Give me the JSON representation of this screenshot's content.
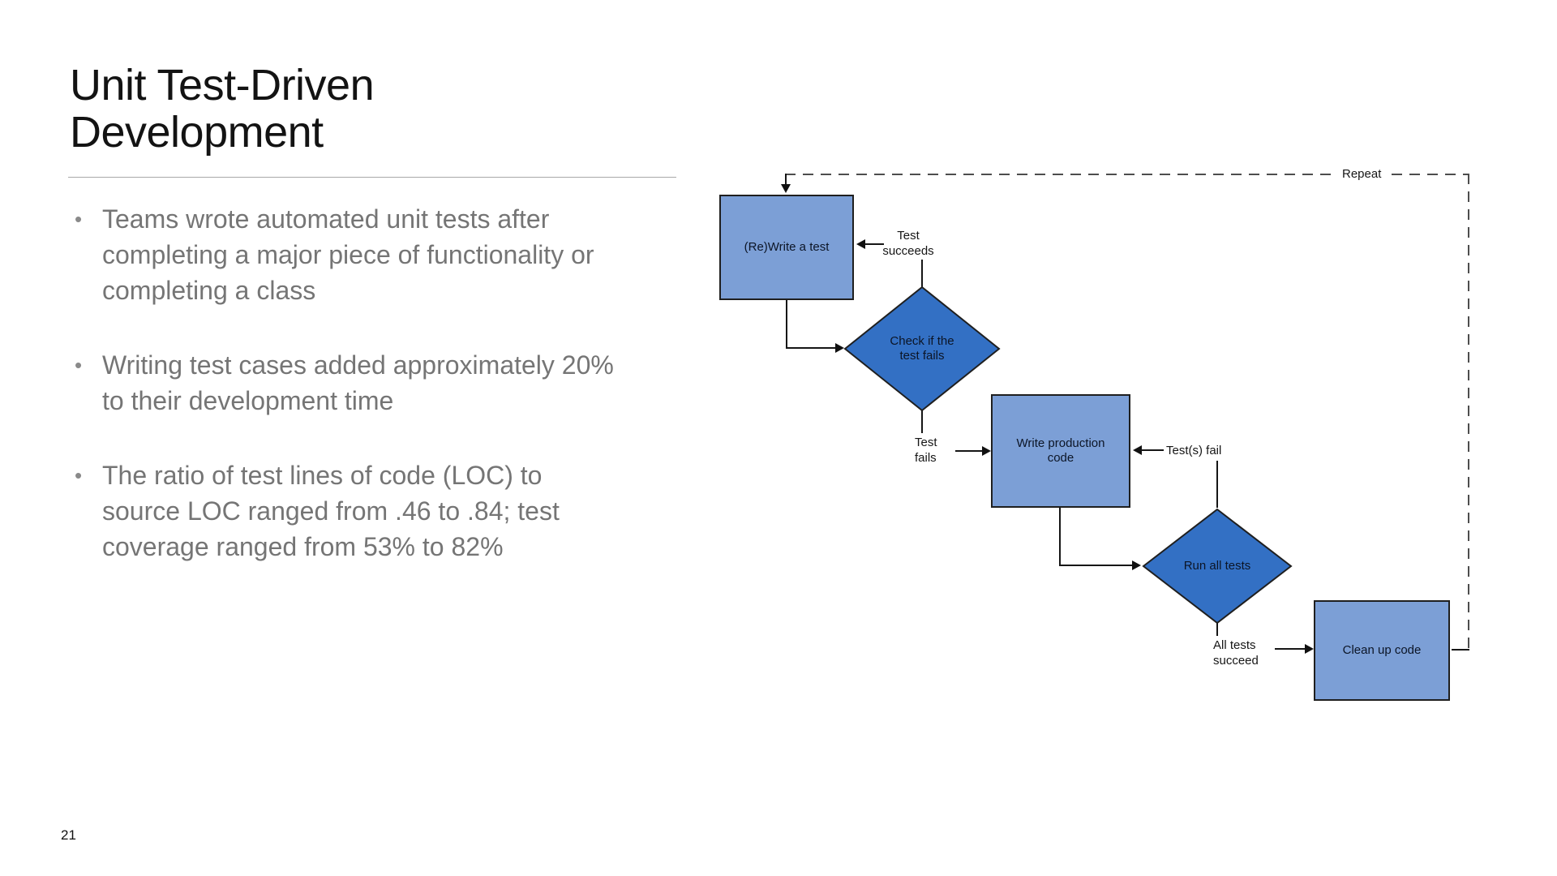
{
  "slide": {
    "title": "Unit Test-Driven\nDevelopment",
    "page_number": "21",
    "bullets": [
      "Teams wrote automated unit tests after\ncompleting a major piece of functionality or\ncompleting a class",
      "Writing test cases added approximately 20%\nto their development time",
      "The ratio of test lines of code (LOC) to\nsource LOC ranged from .46 to .84; test\ncoverage ranged from 53% to 82%"
    ]
  },
  "flowchart": {
    "repeat_label": "Repeat",
    "nodes": [
      {
        "id": "write-test",
        "type": "process",
        "label": "(Re)Write a test"
      },
      {
        "id": "check-fail",
        "type": "decision",
        "label": "Check if the\ntest fails"
      },
      {
        "id": "write-code",
        "type": "process",
        "label": "Write production\ncode"
      },
      {
        "id": "run-tests",
        "type": "decision",
        "label": "Run all tests"
      },
      {
        "id": "cleanup",
        "type": "process",
        "label": "Clean up code"
      }
    ],
    "edge_labels": {
      "test_succeeds": "Test\nsucceeds",
      "test_fails": "Test\nfails",
      "tests_fail": "Test(s) fail",
      "all_tests_succeed": "All tests\nsucceed"
    },
    "colors": {
      "process_fill": "#7c9fd6",
      "decision_fill": "#3370c4",
      "border": "#1f1f1f",
      "line": "#161616",
      "dashed_line": "#4d4d4d",
      "bullet_text": "#757575"
    }
  }
}
